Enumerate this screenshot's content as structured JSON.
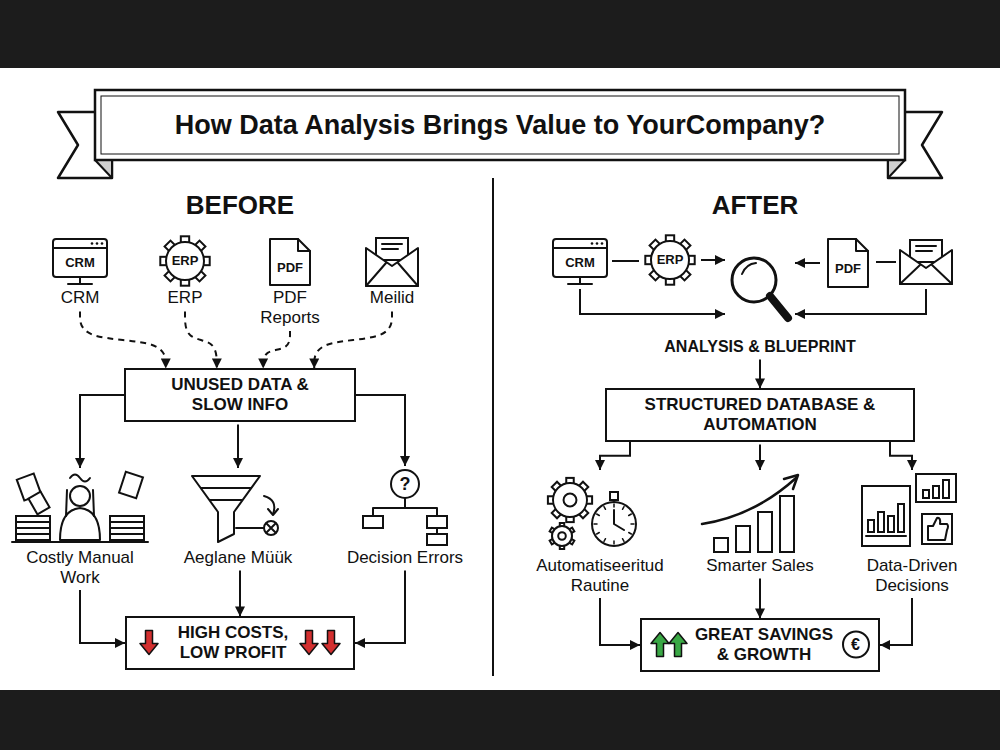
{
  "diagram": {
    "title": "How Data Analysis Brings Value to YourCompany?",
    "nodes": [
      {
        "text": [
          "CRM",
          "CRM"
        ]
      },
      {
        "text": [
          "ERP",
          "ERP"
        ]
      },
      {
        "text": [
          "PDF",
          "PDF Reports"
        ]
      },
      {
        "text": [
          "Meilid"
        ]
      },
      {
        "text": [
          "UNUSED DATA & SLOW INFO"
        ]
      },
      {
        "text": [
          "Costly Manual Work"
        ]
      },
      {
        "text": [
          "Aeglane Müük"
        ]
      },
      {
        "text": [
          "Decision Errors"
        ]
      },
      {
        "text": [
          "HIGH COSTS, LOW PROFIT"
        ]
      },
      {
        "text": [
          "CRM"
        ]
      },
      {
        "text": [
          "ERP"
        ]
      },
      {
        "text": [
          "PDF"
        ]
      },
      {
        "text": []
      },
      {
        "text": [
          "ANALYSIS & BLUEPRINT"
        ]
      },
      {
        "text": [
          "STRUCTURED DATABASE & AUTOMATION"
        ]
      },
      {
        "text": [
          "Automatiseeritud Rautine"
        ]
      },
      {
        "text": [
          "Smarter Sales"
        ]
      },
      {
        "text": [
          "Data-Driven Decisions"
        ]
      },
      {
        "text": [
          "GREAT SAVINGS & GROWTH"
        ]
      }
    ],
    "edges": [
      {
        "from": 0,
        "to": 4,
        "arrow": "to"
      },
      {
        "from": 1,
        "to": 4,
        "arrow": "to"
      },
      {
        "from": 2,
        "to": 4,
        "arrow": "to"
      },
      {
        "from": 3,
        "to": 4,
        "arrow": "to"
      },
      {
        "from": 4,
        "to": 5,
        "arrow": "to"
      },
      {
        "from": 4,
        "to": 6,
        "arrow": "to"
      },
      {
        "from": 4,
        "to": 7,
        "arrow": "to"
      },
      {
        "from": 5,
        "to": 8,
        "arrow": "to"
      },
      {
        "from": 6,
        "to": 8,
        "arrow": "to"
      },
      {
        "from": 7,
        "to": 8,
        "arrow": "to"
      },
      {
        "from": 9,
        "to": 10,
        "arrow": "none"
      },
      {
        "from": 9,
        "to": 13,
        "arrow": "to"
      },
      {
        "from": 10,
        "to": 13,
        "arrow": "to"
      },
      {
        "from": 11,
        "to": 13,
        "arrow": "to"
      },
      {
        "from": 12,
        "to": 11,
        "arrow": "none"
      },
      {
        "from": 12,
        "to": 13,
        "arrow": "to"
      },
      {
        "from": 13,
        "to": 14,
        "arrow": "to"
      },
      {
        "from": 14,
        "to": 15,
        "arrow": "to"
      },
      {
        "from": 14,
        "to": 16,
        "arrow": "to"
      },
      {
        "from": 14,
        "to": 17,
        "arrow": "to"
      },
      {
        "from": 15,
        "to": 18,
        "arrow": "to"
      },
      {
        "from": 16,
        "to": 18,
        "arrow": "to"
      },
      {
        "from": 17,
        "to": 18,
        "arrow": "to"
      }
    ],
    "labels": [
      "BEFORE",
      "AFTER",
      "?",
      "€"
    ]
  }
}
